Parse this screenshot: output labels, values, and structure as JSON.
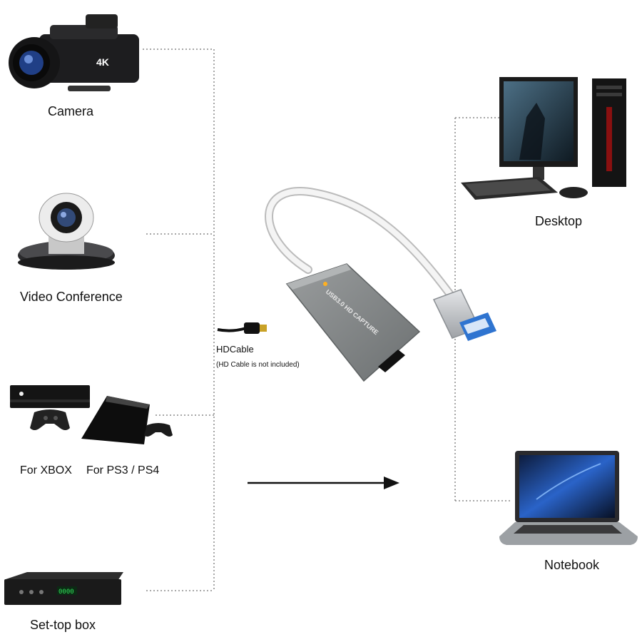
{
  "diagram": {
    "sources": [
      {
        "id": "camera",
        "label": "Camera",
        "icon": "camcorder-icon",
        "badge": "4K"
      },
      {
        "id": "video-conference",
        "label": "Video Conference",
        "icon": "conference-camera-icon"
      },
      {
        "id": "consoles",
        "label_xbox": "For XBOX",
        "label_ps": "For PS3 / PS4",
        "icon_xbox": "xbox-console-icon",
        "icon_ps": "playstation-console-icon"
      },
      {
        "id": "set-top-box",
        "label": "Set-top box",
        "icon": "set-top-box-icon",
        "display": "0000"
      }
    ],
    "cable": {
      "label": "HDCable",
      "note": "(HD Cable is not included)",
      "icon": "hdmi-cable-icon"
    },
    "device": {
      "text": "USB3.0 HD CAPTURE",
      "icon": "usb-capture-card-icon"
    },
    "targets": [
      {
        "id": "desktop",
        "label": "Desktop",
        "icon": "desktop-computer-icon"
      },
      {
        "id": "notebook",
        "label": "Notebook",
        "icon": "laptop-icon"
      }
    ],
    "arrow": {
      "icon": "arrow-right-icon"
    },
    "colors": {
      "connector": "#8a8a8a",
      "device_body": "#7d8080",
      "cable": "#f2f2f2",
      "usb_blue": "#2f74d0",
      "screen_blue": "#1b4a9a"
    }
  }
}
